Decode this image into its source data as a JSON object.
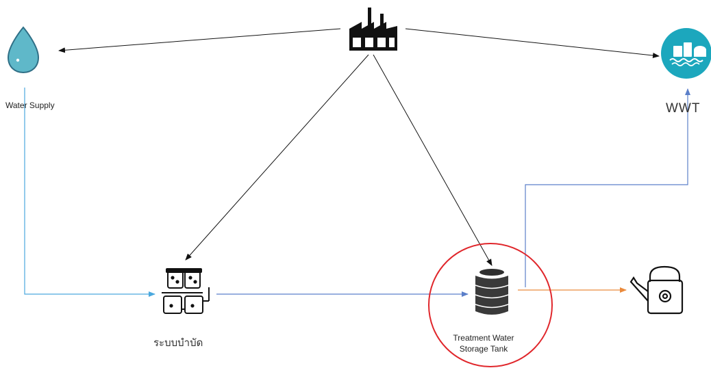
{
  "nodes": {
    "water_supply": {
      "label": "Water Supply",
      "icon": "water-drop-icon"
    },
    "factory": {
      "icon": "factory-icon"
    },
    "wwt": {
      "label": "WWT",
      "icon": "wastewater-treatment-icon"
    },
    "treatment_system": {
      "label": "ระบบบำบัด",
      "icon": "treatment-units-icon"
    },
    "storage_tank": {
      "label_line1": "Treatment Water",
      "label_line2": "Storage Tank",
      "icon": "storage-tank-icon"
    },
    "watering_can": {
      "icon": "watering-can-icon"
    }
  },
  "colors": {
    "black_arrow": "#111111",
    "supply_line": "#4aa8de",
    "flow_line": "#5b7fc9",
    "reuse_line": "#ea8a3c",
    "highlight": "#e0262b",
    "drop": "#5fb8c9",
    "wwt_circle": "#1ca7bd"
  }
}
